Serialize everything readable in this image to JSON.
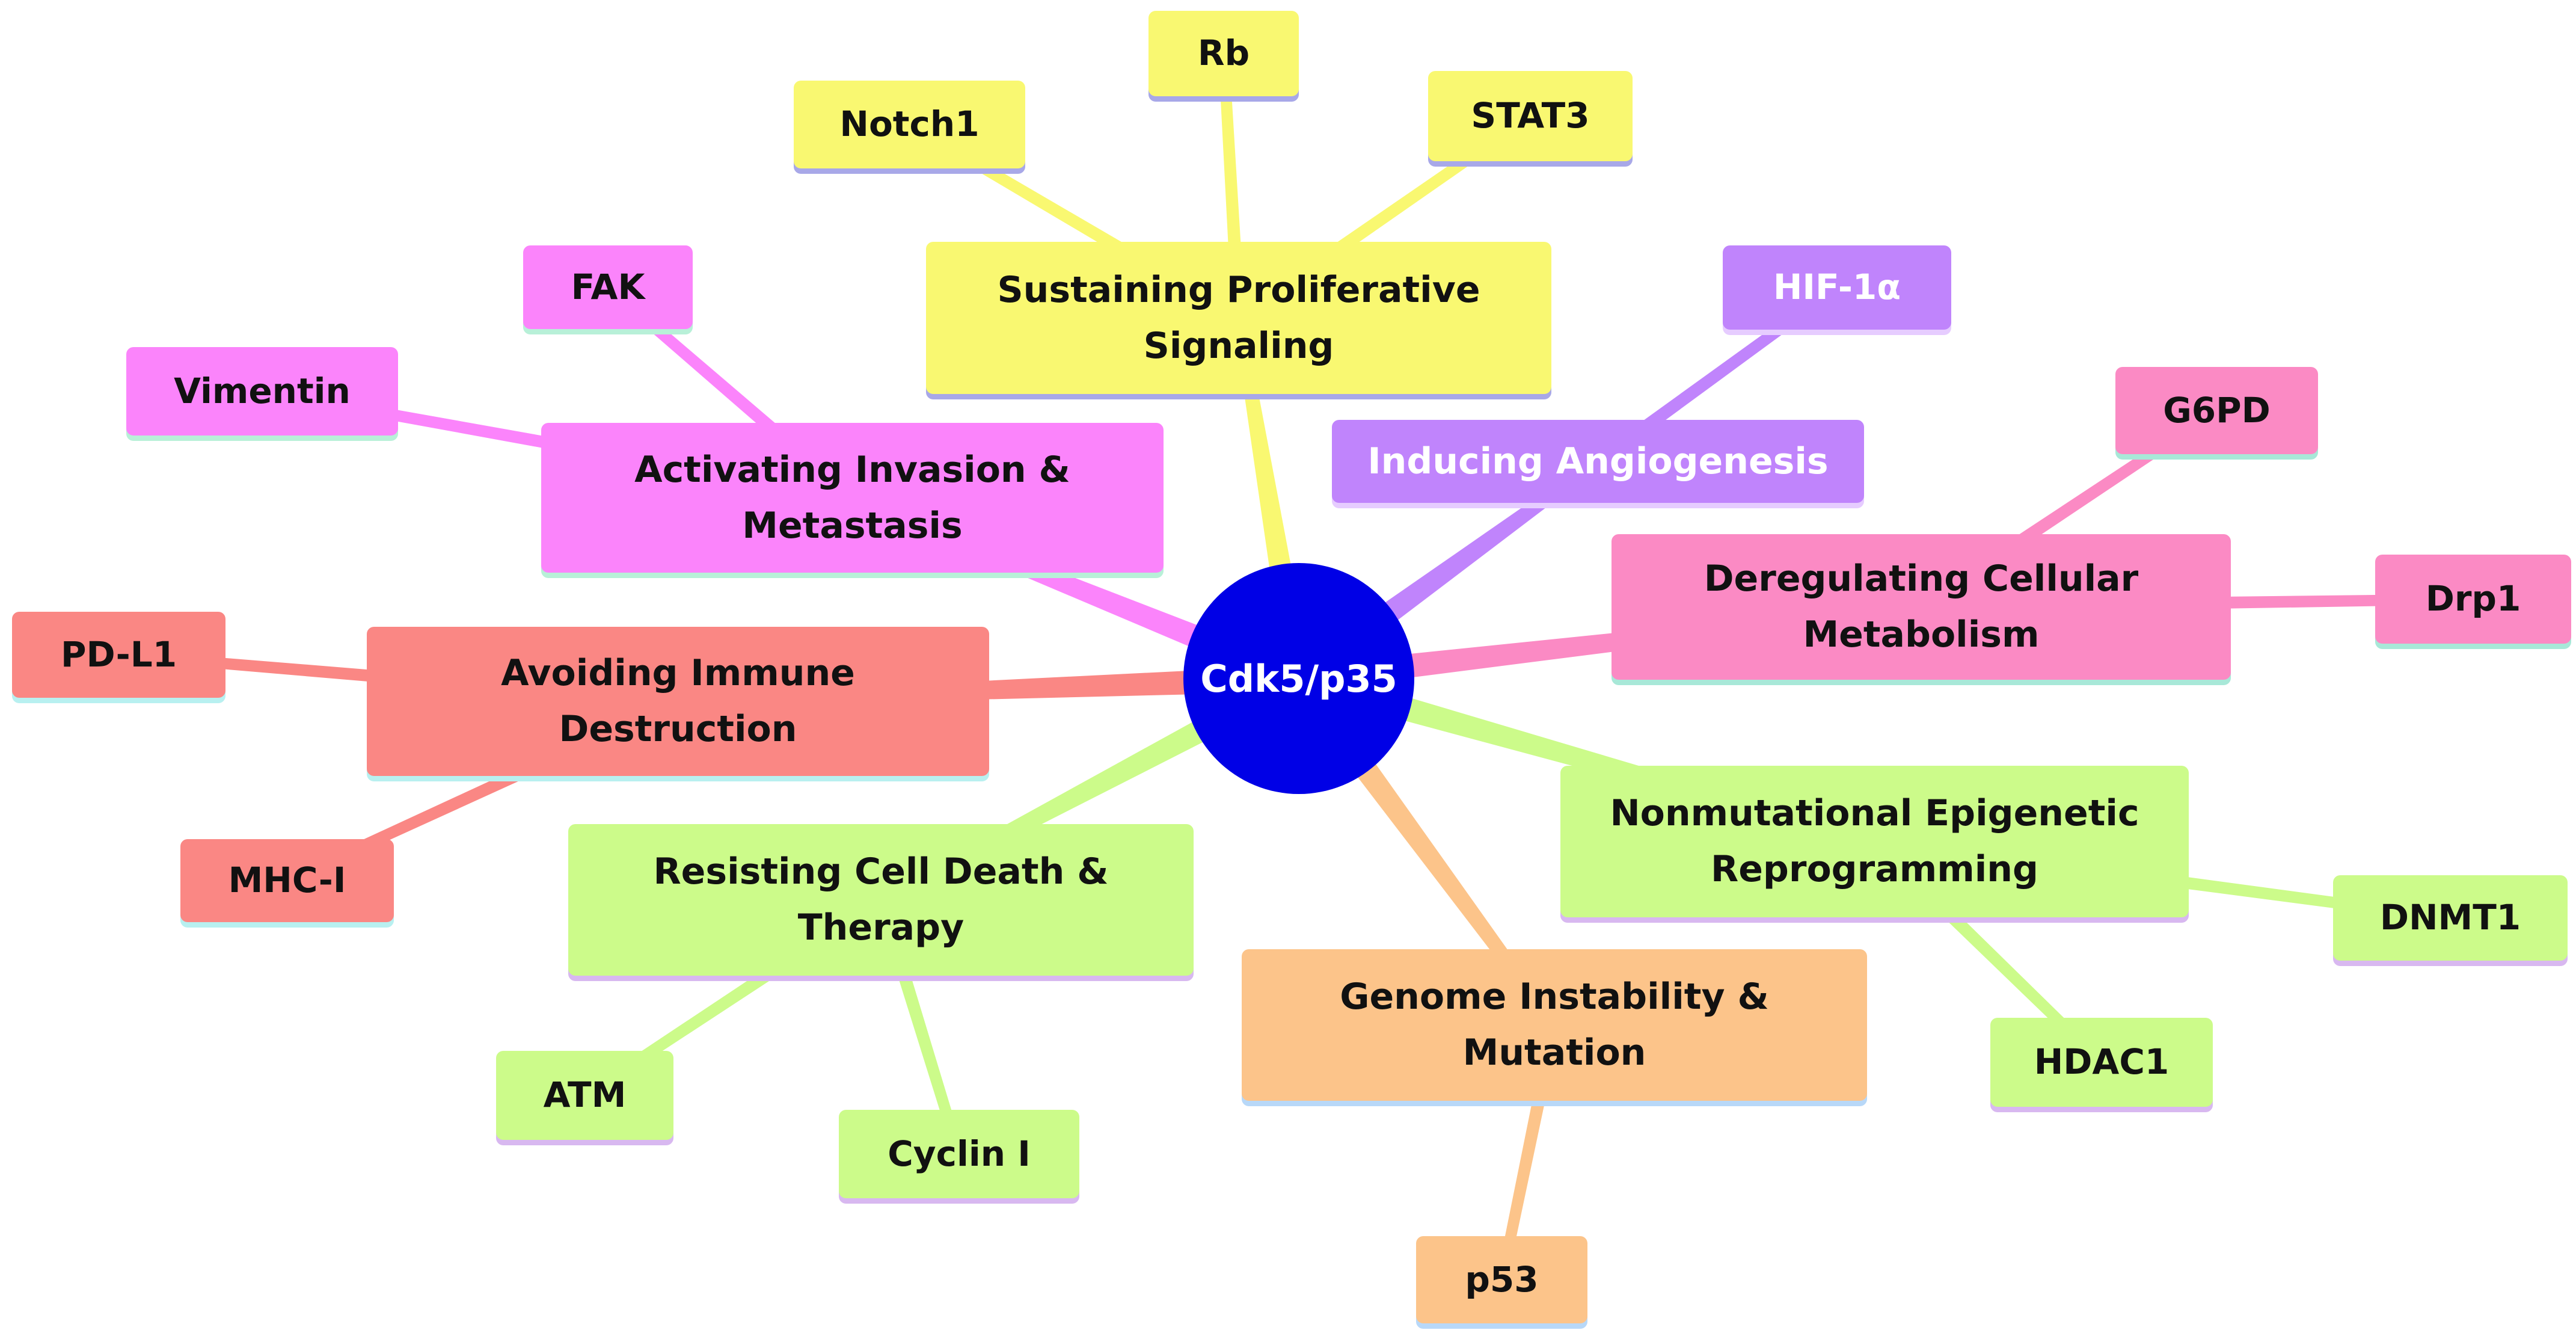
{
  "center": {
    "label": "Cdk5/p35",
    "color": "#0000e6"
  },
  "branches": [
    {
      "id": "prolif",
      "label": "Sustaining Proliferative\nSignaling",
      "color": "#f9f871",
      "underline": "#a8a8e8",
      "leaves": [
        {
          "label": "Notch1"
        },
        {
          "label": "Rb"
        },
        {
          "label": "STAT3"
        }
      ]
    },
    {
      "id": "angio",
      "label": "Inducing Angiogenesis",
      "color": "#c084fc",
      "text_color": "#ffffff",
      "underline": "#e6ccff",
      "leaves": [
        {
          "label": "HIF-1α",
          "text_color": "#ffffff"
        }
      ]
    },
    {
      "id": "metab",
      "label": "Deregulating Cellular\nMetabolism",
      "color": "#fb8ac4",
      "underline": "#a8e8d8",
      "leaves": [
        {
          "label": "G6PD"
        },
        {
          "label": "Drp1"
        }
      ]
    },
    {
      "id": "epi",
      "label": "Nonmutational Epigenetic\nReprogramming",
      "color": "#ccfb8a",
      "underline": "#d8b8f0",
      "leaves": [
        {
          "label": "DNMT1"
        },
        {
          "label": "HDAC1"
        }
      ]
    },
    {
      "id": "genome",
      "label": "Genome Instability &\nMutation",
      "color": "#fcc48a",
      "underline": "#b8d8f8",
      "leaves": [
        {
          "label": "p53"
        }
      ]
    },
    {
      "id": "death",
      "label": "Resisting Cell Death &\nTherapy",
      "color": "#ccfb8a",
      "underline": "#d8b8f0",
      "leaves": [
        {
          "label": "ATM"
        },
        {
          "label": "Cyclin I"
        }
      ]
    },
    {
      "id": "immune",
      "label": "Avoiding Immune\nDestruction",
      "color": "#fa8784",
      "underline": "#b8f0f0",
      "leaves": [
        {
          "label": "PD-L1"
        },
        {
          "label": "MHC-I"
        }
      ]
    },
    {
      "id": "invasion",
      "label": "Activating Invasion &\nMetastasis",
      "color": "#fb84fb",
      "underline": "#b8f0d8",
      "leaves": [
        {
          "label": "FAK"
        },
        {
          "label": "Vimentin"
        }
      ]
    }
  ]
}
